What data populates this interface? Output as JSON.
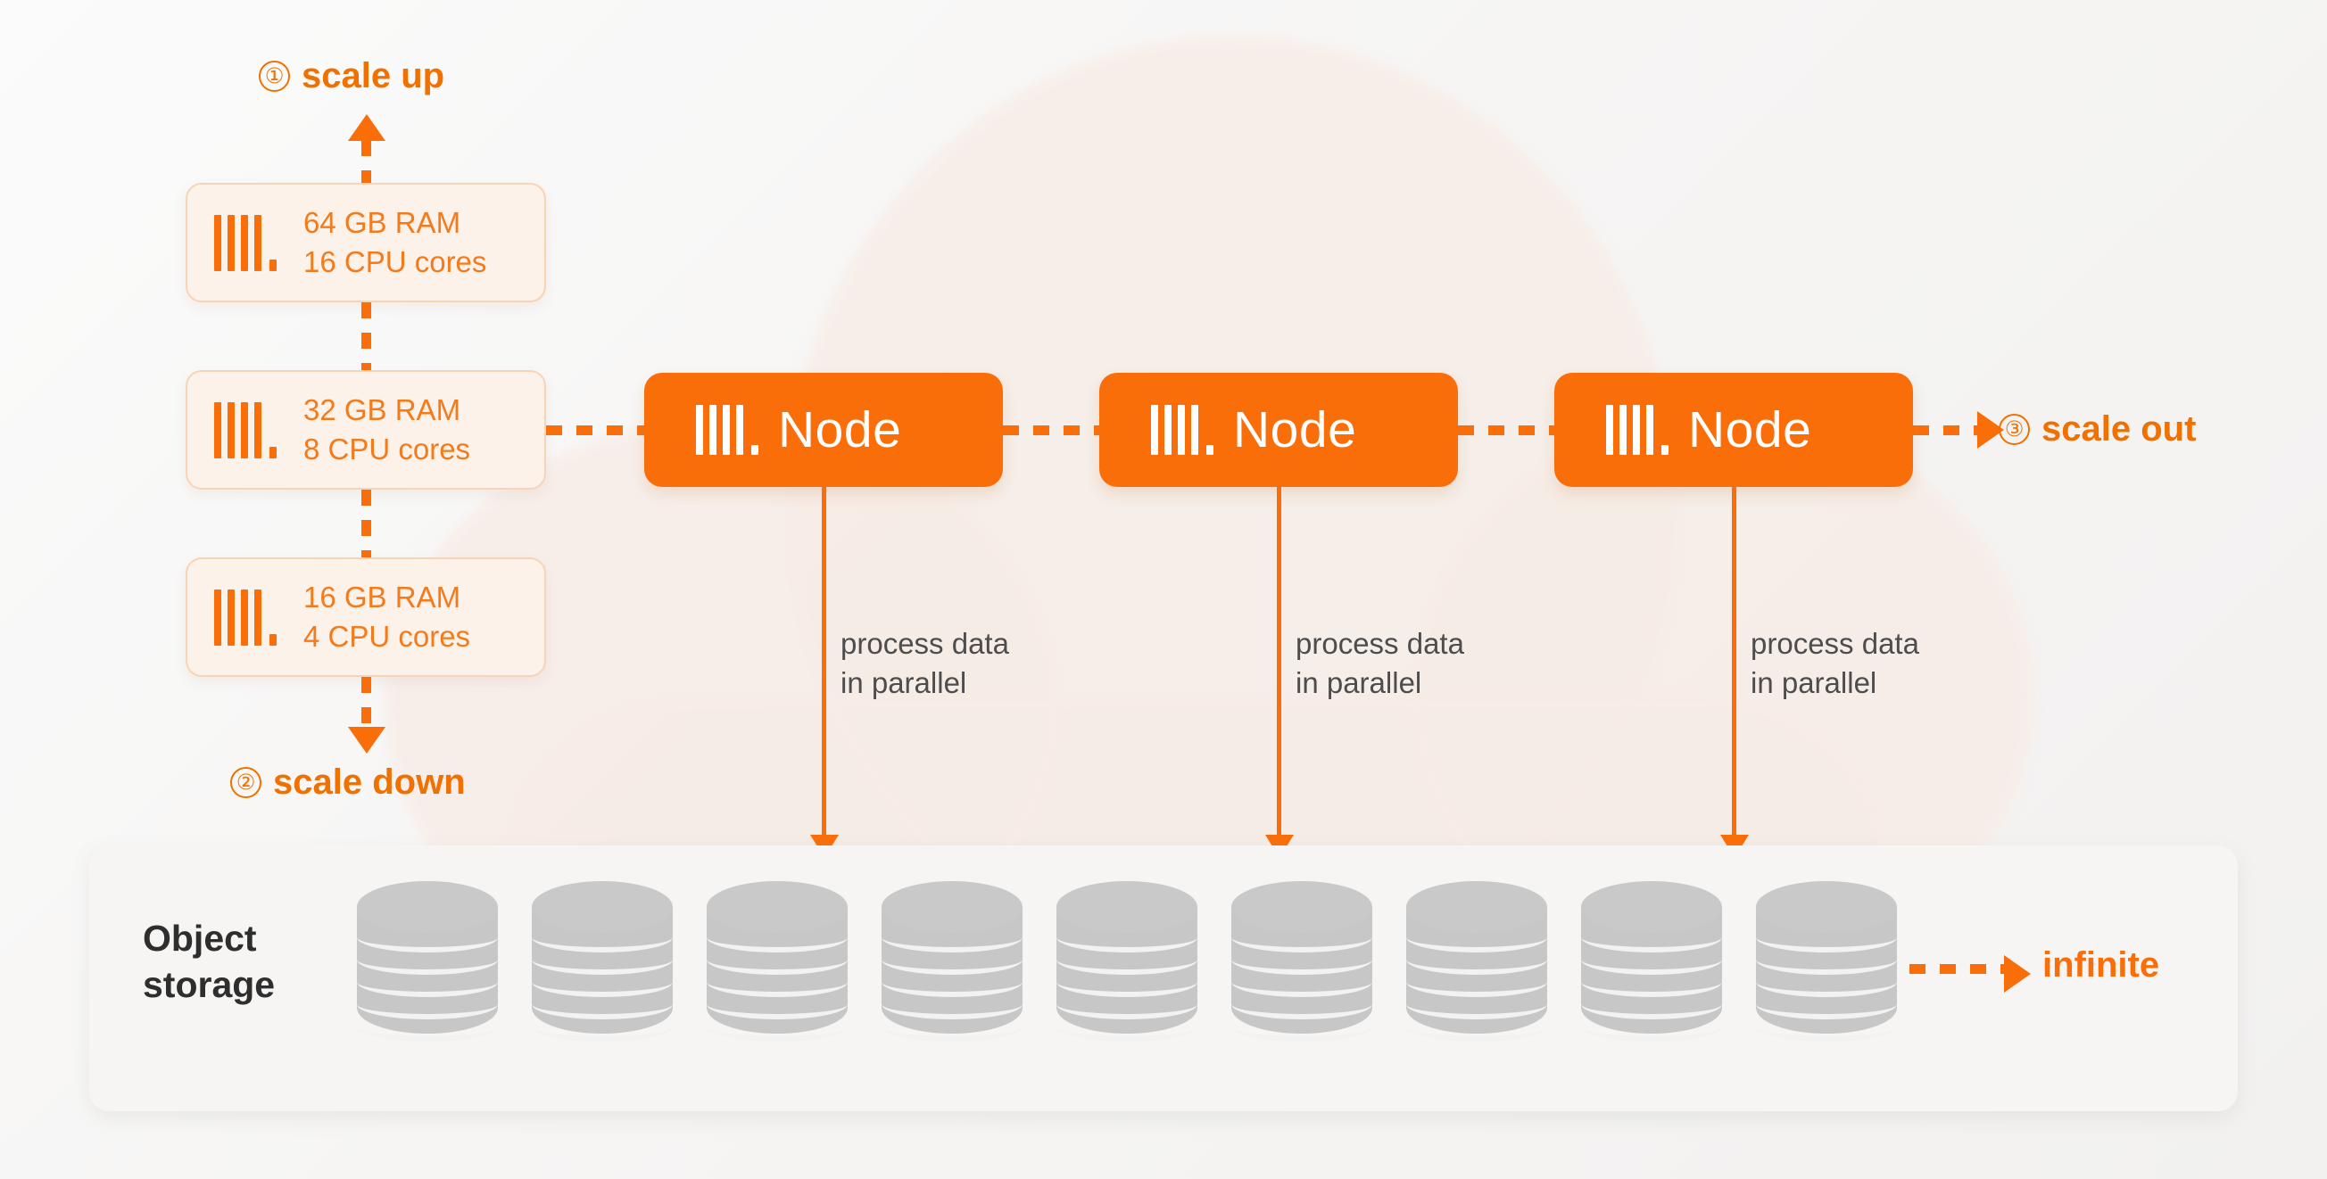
{
  "diagram": {
    "title": "Scale up / scale down / scale out compute and object storage diagram",
    "colors": {
      "accent_orange": "#fa6e0a",
      "label_orange": "#f07000",
      "spec_text_orange": "#f47b1c",
      "spec_box_fill": "#fdf2ea",
      "spec_box_border": "#f8d4b4",
      "node_fill": "#fa6e0a",
      "node_text": "#ffffff",
      "panel_fill": "#f6f5f4",
      "disk_grey": "#c7c7c7",
      "body_text": "#4d4d4d",
      "title_text": "#2e2e2e",
      "background": "#f6f5f4",
      "cloud_tint": "#f7ece6"
    }
  },
  "steps": {
    "scale_up": {
      "number": "①",
      "label": "scale up"
    },
    "scale_down": {
      "number": "②",
      "label": "scale down"
    },
    "scale_out": {
      "number": "③",
      "label": "scale out"
    }
  },
  "vertical_scaling": {
    "specs": [
      {
        "ram": "64 GB RAM",
        "cpu": "16 CPU cores",
        "logo": "node-bars-icon"
      },
      {
        "ram": "32 GB RAM",
        "cpu": "8 CPU cores",
        "logo": "node-bars-icon"
      },
      {
        "ram": "16 GB RAM",
        "cpu": "4 CPU cores",
        "logo": "node-bars-icon"
      }
    ]
  },
  "horizontal_scaling": {
    "nodes": [
      {
        "label": "Node",
        "logo": "node-bars-icon",
        "caption_line1": "process data",
        "caption_line2": "in parallel"
      },
      {
        "label": "Node",
        "logo": "node-bars-icon",
        "caption_line1": "process data",
        "caption_line2": "in parallel"
      },
      {
        "label": "Node",
        "logo": "node-bars-icon",
        "caption_line1": "process data",
        "caption_line2": "in parallel"
      }
    ]
  },
  "storage": {
    "title_line1": "Object",
    "title_line2": "storage",
    "capacity_label": "infinite",
    "disk_count": 9,
    "disk_icon": "disk-stack-icon"
  }
}
